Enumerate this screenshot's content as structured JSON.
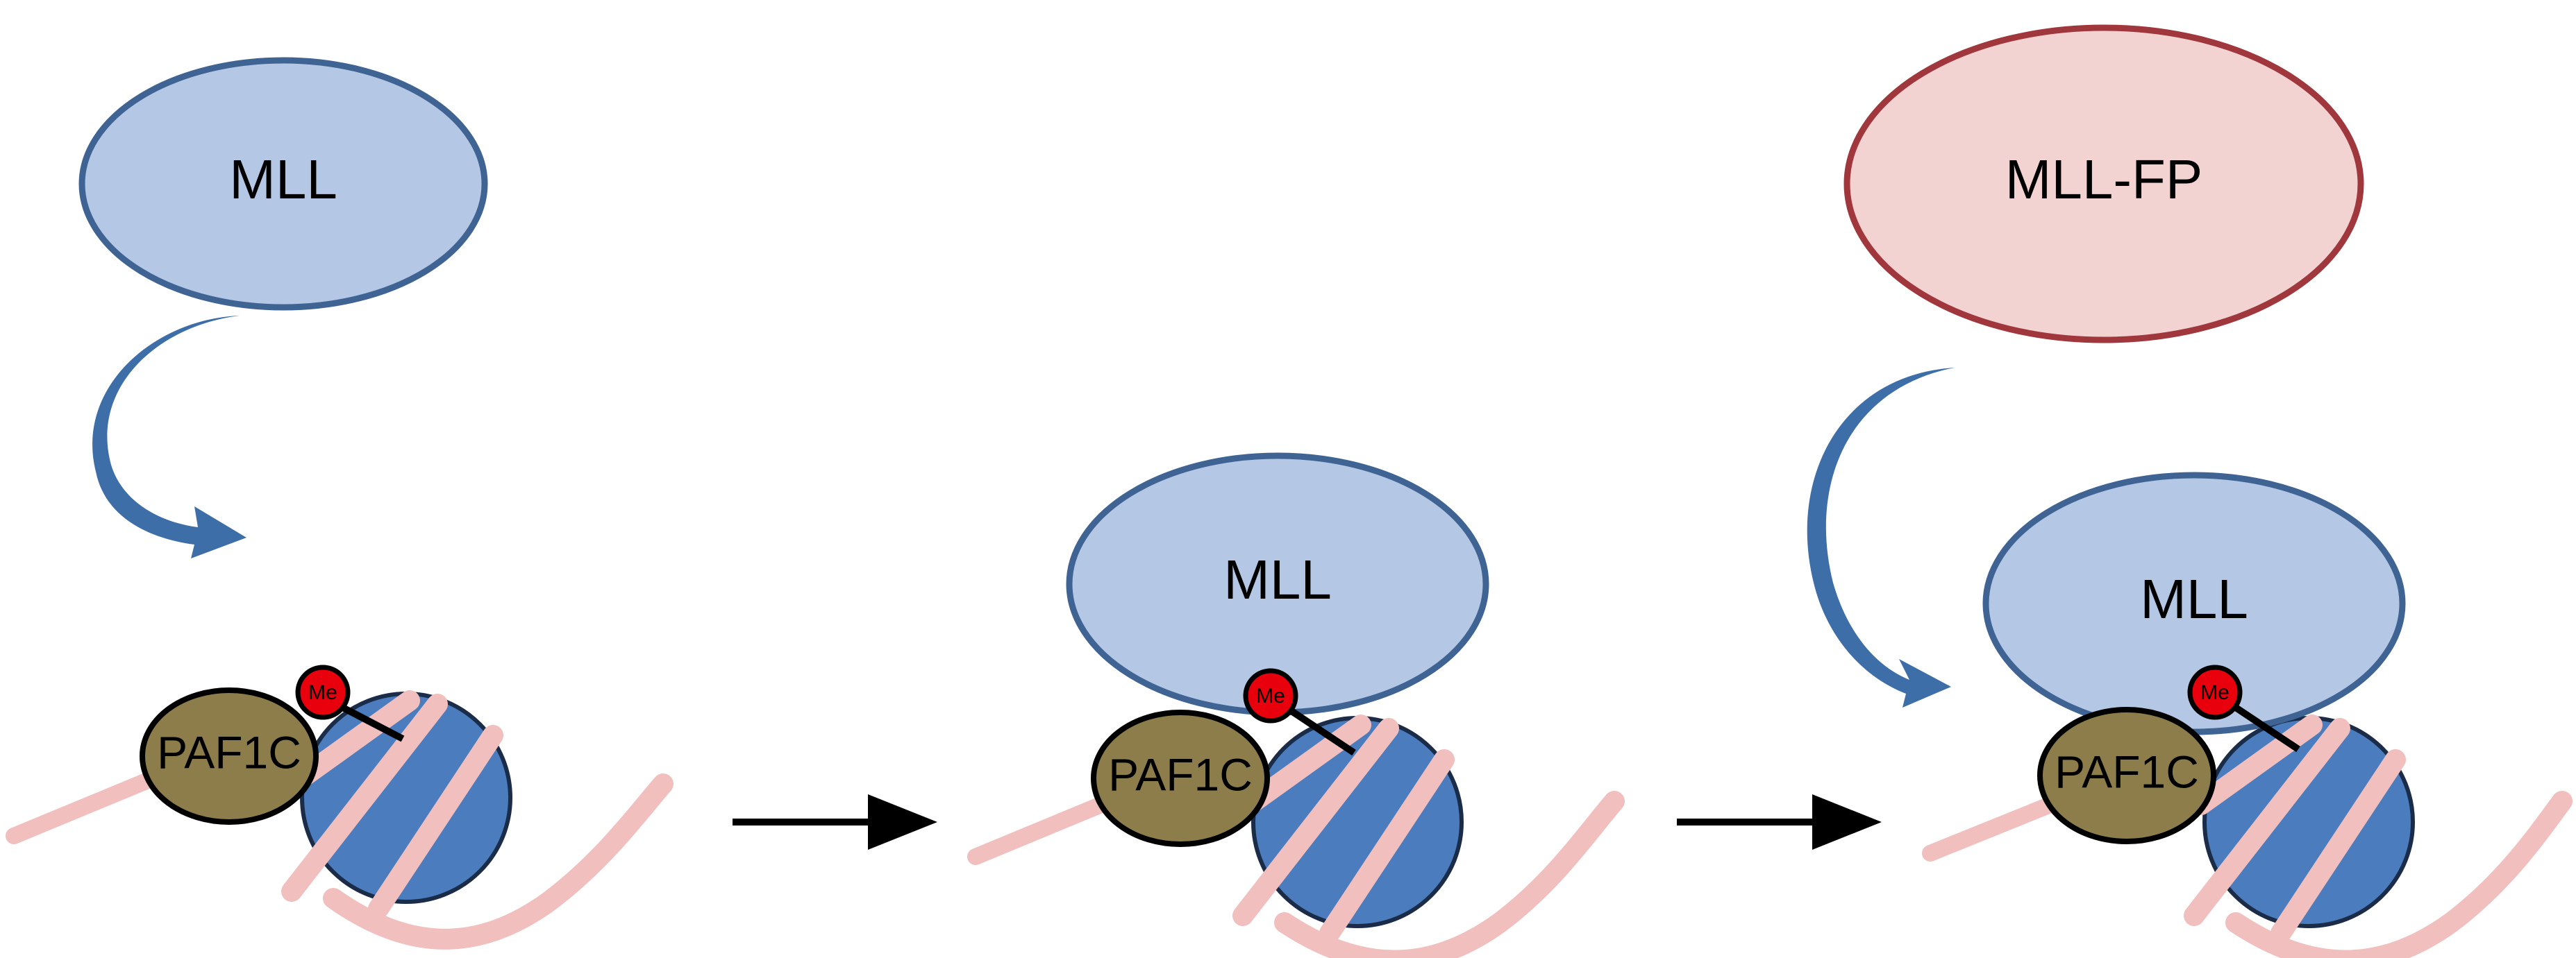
{
  "panels": [
    {
      "mll_label": "MLL",
      "paf1c_label": "PAF1C",
      "me_label": "Me"
    },
    {
      "mll_label": "MLL",
      "paf1c_label": "PAF1C",
      "me_label": "Me"
    },
    {
      "mll_fp_label": "MLL-FP",
      "mll_label": "MLL",
      "paf1c_label": "PAF1C",
      "me_label": "Me"
    }
  ],
  "colors": {
    "mll_fill": "#b4c8e6",
    "mll_stroke": "#3f6494",
    "mll_fp_fill": "#f3d2d2",
    "mll_fp_stroke": "#a0373c",
    "paf1c_fill": "#8c7d4b",
    "nucleosome_fill": "#4a7cbe",
    "dna": "#f0bfbe",
    "me_fill": "#e8000c",
    "curved_arrow": "#3d6ea8",
    "step_arrow": "#000000"
  }
}
